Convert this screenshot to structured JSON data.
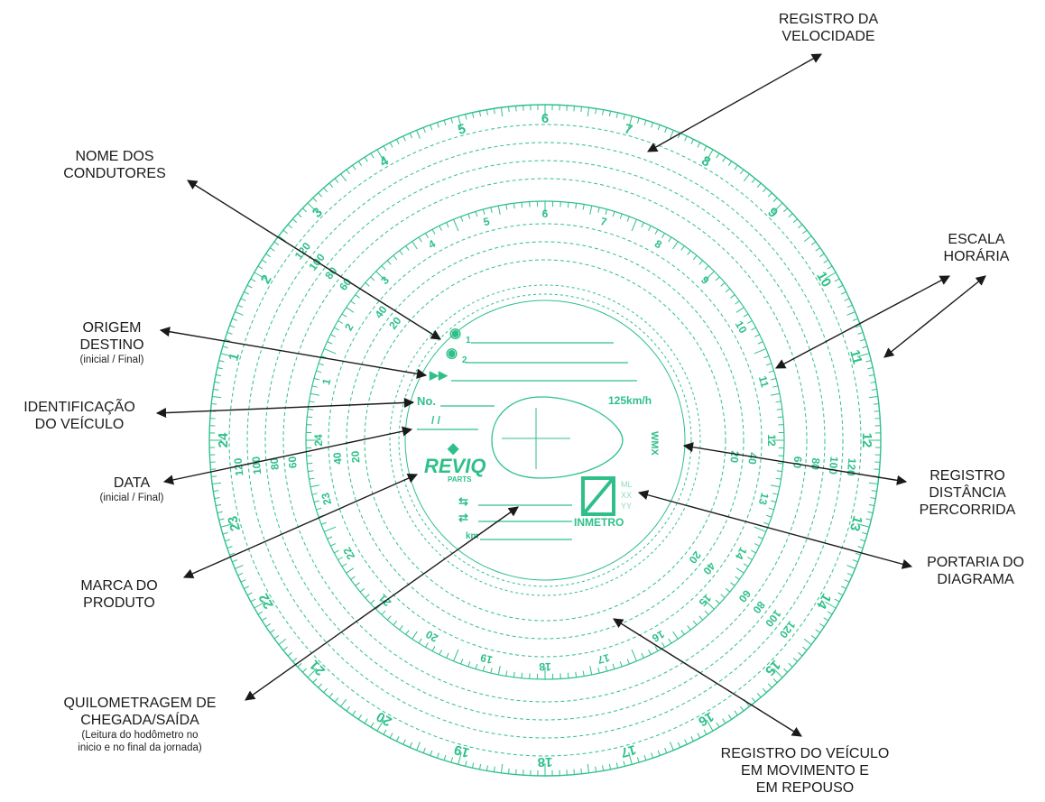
{
  "accent_color": "#2fc08a",
  "line_color": "#1a1a1a",
  "callouts": {
    "velocidade": {
      "line1": "REGISTRO DA",
      "line2": "VELOCIDADE"
    },
    "condutores": {
      "line1": "NOME DOS",
      "line2": "CONDUTORES"
    },
    "escala": {
      "line1": "ESCALA",
      "line2": "HORÁRIA"
    },
    "origem": {
      "line1": "ORIGEM",
      "line2": "DESTINO",
      "sub": "(inicial / Final)"
    },
    "identificacao": {
      "line1": "IDENTIFICAÇÃO",
      "line2": "DO VEÍCULO"
    },
    "distancia": {
      "line1": "REGISTRO",
      "line2": "DISTÂNCIA",
      "line3": "PERCORRIDA"
    },
    "data": {
      "line1": "DATA",
      "sub": "(inicial / Final)"
    },
    "marca": {
      "line1": "MARCA DO",
      "line2": "PRODUTO"
    },
    "portaria": {
      "line1": "PORTARIA DO",
      "line2": "DIAGRAMA"
    },
    "quilometragem": {
      "line1": "QUILOMETRAGEM DE",
      "line2": "CHEGADA/SAÍDA",
      "sub1": "(Leitura do hodômetro no",
      "sub2": "inicio e no final da jornada)"
    },
    "movimento": {
      "line1": "REGISTRO DO VEÍCULO",
      "line2": "EM MOVIMENTO E",
      "line3": "EM REPOUSO"
    }
  },
  "disc": {
    "hours": [
      "1",
      "2",
      "3",
      "4",
      "5",
      "6",
      "7",
      "8",
      "9",
      "10",
      "11",
      "12",
      "13",
      "14",
      "15",
      "16",
      "17",
      "18",
      "19",
      "20",
      "21",
      "22",
      "23",
      "24"
    ],
    "speed_outer": [
      "120",
      "100",
      "80",
      "60",
      "40",
      "20"
    ],
    "speed_inner": [
      "80",
      "60",
      "40",
      "20"
    ],
    "center": {
      "no_label": "No.",
      "date_slashes": "/ /",
      "brand": "REVIQ",
      "brand_sub": "PARTS",
      "inmetro": "INMETRO",
      "speed_max": "125km/h",
      "wmx": "WMX",
      "ml": "ML",
      "xx": "XX",
      "yy": "YY",
      "km": "km",
      "driver1_sub": "1",
      "driver2_sub": "2"
    }
  }
}
